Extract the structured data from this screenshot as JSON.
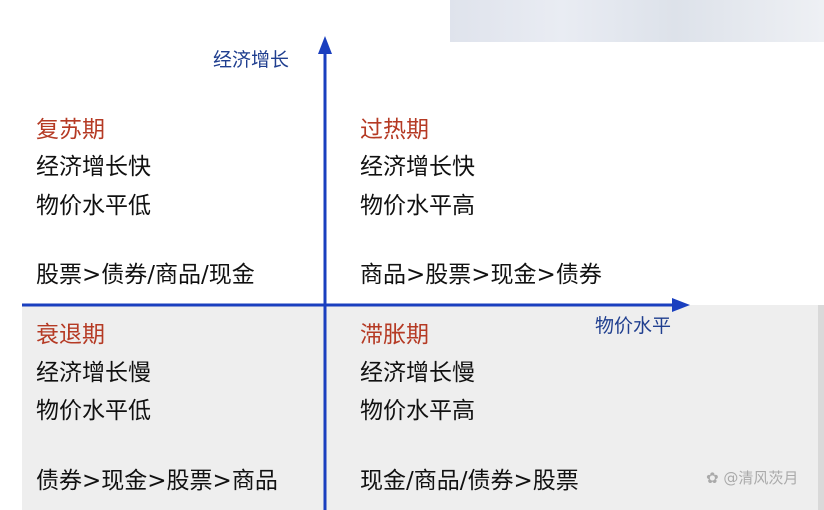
{
  "axes": {
    "y_label": "经济增长",
    "x_label": "物价水平",
    "color": "#1a3fbf"
  },
  "quadrants": [
    {
      "title": "复苏期",
      "growth": "经济增长快",
      "price": "物价水平低",
      "ranking": "股票>债券/商品/现金"
    },
    {
      "title": "过热期",
      "growth": "经济增长快",
      "price": "物价水平高",
      "ranking": "商品>股票>现金>债券"
    },
    {
      "title": "衰退期",
      "growth": "经济增长慢",
      "price": "物价水平低",
      "ranking": "债券>现金>股票>商品"
    },
    {
      "title": "滞胀期",
      "growth": "经济增长慢",
      "price": "物价水平高",
      "ranking": "现金/商品/债券>股票"
    }
  ],
  "watermark": "@清风茨月"
}
